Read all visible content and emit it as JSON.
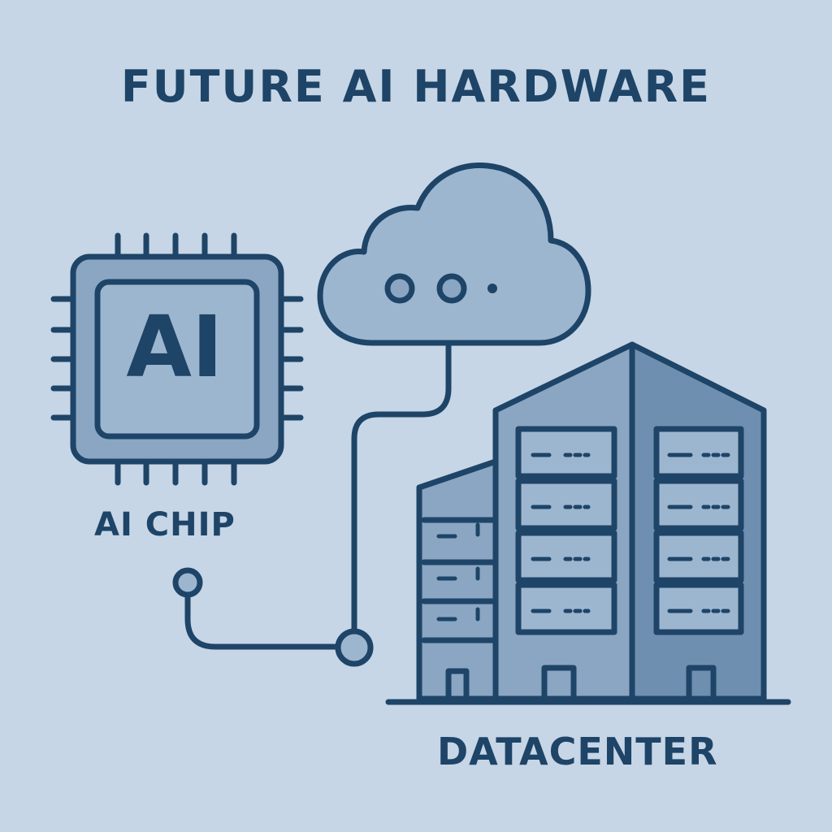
{
  "title": "FUTURE AI HARDWARE",
  "chip": {
    "inner_text": "AI",
    "caption": "AI CHIP"
  },
  "datacenter": {
    "caption": "DATACENTER"
  },
  "colors": {
    "background": "#c6d6e6",
    "stroke": "#1e4467",
    "fill_light": "#9db6d0",
    "fill_mid": "#8aa6c3",
    "fill_dark": "#6f8fb1"
  },
  "icons": [
    "chip-icon",
    "cloud-icon",
    "datacenter-icon",
    "connector-node-icon"
  ]
}
